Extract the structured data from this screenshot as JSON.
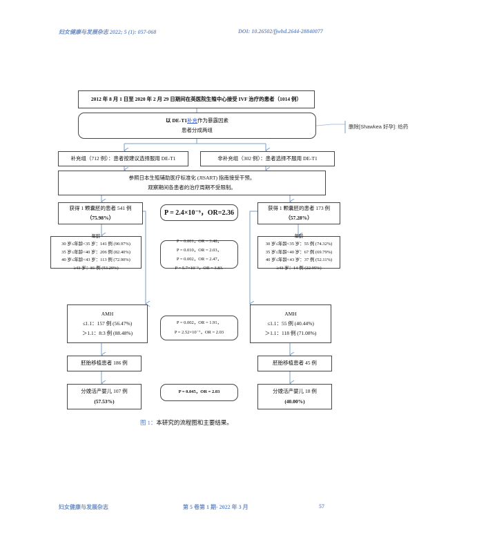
{
  "header": {
    "journal": "妇女健康与发展杂志 2022; 5 (1): 057-068",
    "doi": "DOI: 10.26502/fjwhd.2644-28840077"
  },
  "flow": {
    "box1": "2012 年 8 月 1 日至 2020 年 2 月 29 日期间在英医院生殖中心接受 IVF 治疗的患者（1014 例）",
    "box2": {
      "pre": "以 DE-T1",
      "link": "补充",
      "post": "作为暴露因素",
      "line2": "患者分成两组"
    },
    "comment": "删除[Shawkea 好孕]:  给药",
    "group_left": "补充组（712 例）：患者按建议选择服用 DE-T1",
    "group_right": "非补充组（302 例）：患者选择不服用 DE-T1",
    "box4": [
      "参照日本生殖辅助医疗标准化 (JISART) 指南接受干预。",
      "观察期间各患者的治疗周期不受限制。"
    ],
    "left": {
      "blast": [
        "获得 1 颗囊胚的患者 541 例",
        "（75.98%）"
      ],
      "age_title": "年龄",
      "age": [
        "30 岁≤年龄<35 岁：141 例 (90.97%)",
        "35 岁≤年龄<40 岁：206 例 (82.40%)",
        "40 岁≤年龄<43 岁：113 例 (72.90%)",
        "≥43 岁：81 例 (53.29%)"
      ],
      "amh_title": "AMH",
      "amh": [
        "≤1.1：157 例 (56.47%)",
        "＞1.1：8:3 例 (88.48%)"
      ],
      "transfer": "胚胎移植患者 186 例",
      "live": [
        "分娩活产婴儿 107 例",
        "(57.53%)"
      ]
    },
    "right": {
      "blast": [
        "获得 1 颗囊胚的患者 173 例",
        "（57.28%）"
      ],
      "age_title": "年龄",
      "age": [
        "30 岁≤年龄<35 岁：55 例 (74.32%)",
        "35 岁≤年龄<40 岁：67 例 (69.79%)",
        "40 岁≤年龄<43 岁：37 例 (52.11%)",
        "≥43 岁：14 例 (22.95%)"
      ],
      "amh_title": "AMH",
      "amh": [
        "≤1.1：55 例 (40.44%)",
        "＞1.1：118 例 (71.08%)"
      ],
      "transfer": "胚胎移植患者 45 例",
      "live": [
        "分娩活产婴儿 18 例",
        "(40.00%)"
      ]
    },
    "mid": {
      "blast": "P = 2.4×10⁻⁹，OR=2.36",
      "age": [
        "P = 0.001，OR = 3.48，",
        "P = 0.010，OR = 2.03，",
        "P = 0.002，OR = 2.47，",
        "P = 5.7×10⁻⁵，OR = 3.83."
      ],
      "amh": [
        "P = 0.002，OR = 1.91，",
        "P = 2.52×10⁻⁷，OR = 2.03"
      ],
      "live": "P = 0.045，OR = 2.03"
    }
  },
  "caption": {
    "num": "图 1：",
    "text": "本研究的流程图和主要结果。"
  },
  "footer": {
    "journal": "妇女健康与发展杂志",
    "issue": "第 5 卷第 1 期- 2022 年 3 月",
    "page": "57"
  },
  "colors": {
    "header": "#6f8fc4",
    "arrow": "#7a9cc9"
  }
}
